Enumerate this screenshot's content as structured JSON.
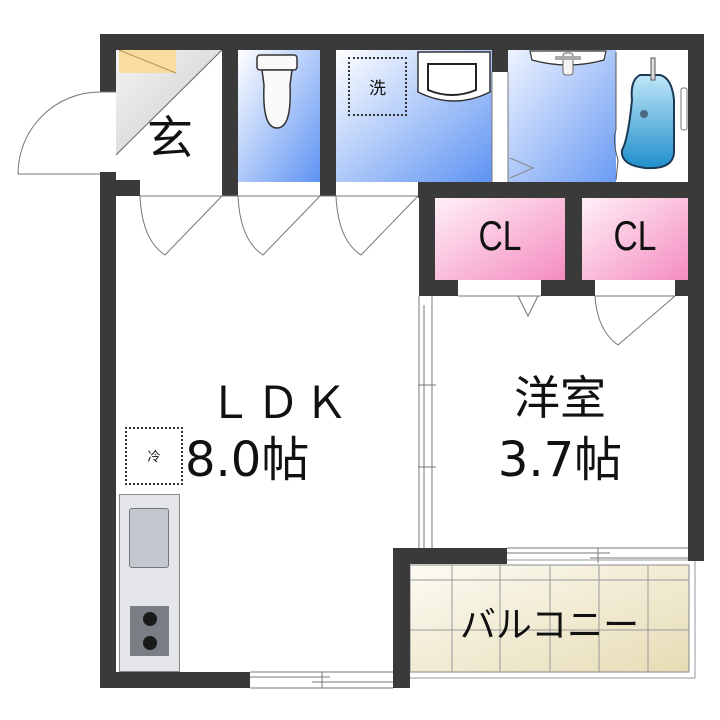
{
  "floorplan": {
    "rooms": {
      "genkan": {
        "label": "玄"
      },
      "toilet": {
        "label": ""
      },
      "washroom": {
        "label": "洗",
        "fixture": "washing-machine-space"
      },
      "bathroom": {
        "label": ""
      },
      "closet1": {
        "label": "CL"
      },
      "closet2": {
        "label": "CL"
      },
      "ldk": {
        "name": "ＬＤＫ",
        "size": "8.0帖"
      },
      "fridge": {
        "label": "冷"
      },
      "western_room": {
        "name": "洋室",
        "size": "3.7帖"
      },
      "balcony": {
        "label": "バルコニー"
      }
    },
    "colors": {
      "wall": "#3a3a3a",
      "wet_area_blue": "#6f9ef5",
      "closet_pink": "#f7a8cf",
      "balcony_beige": "#ece3c5",
      "entrance_gray": "#d4d4d4",
      "shoe_box_yellow": "#fbdca0",
      "bathtub_blue": "#3aa0d8"
    }
  }
}
